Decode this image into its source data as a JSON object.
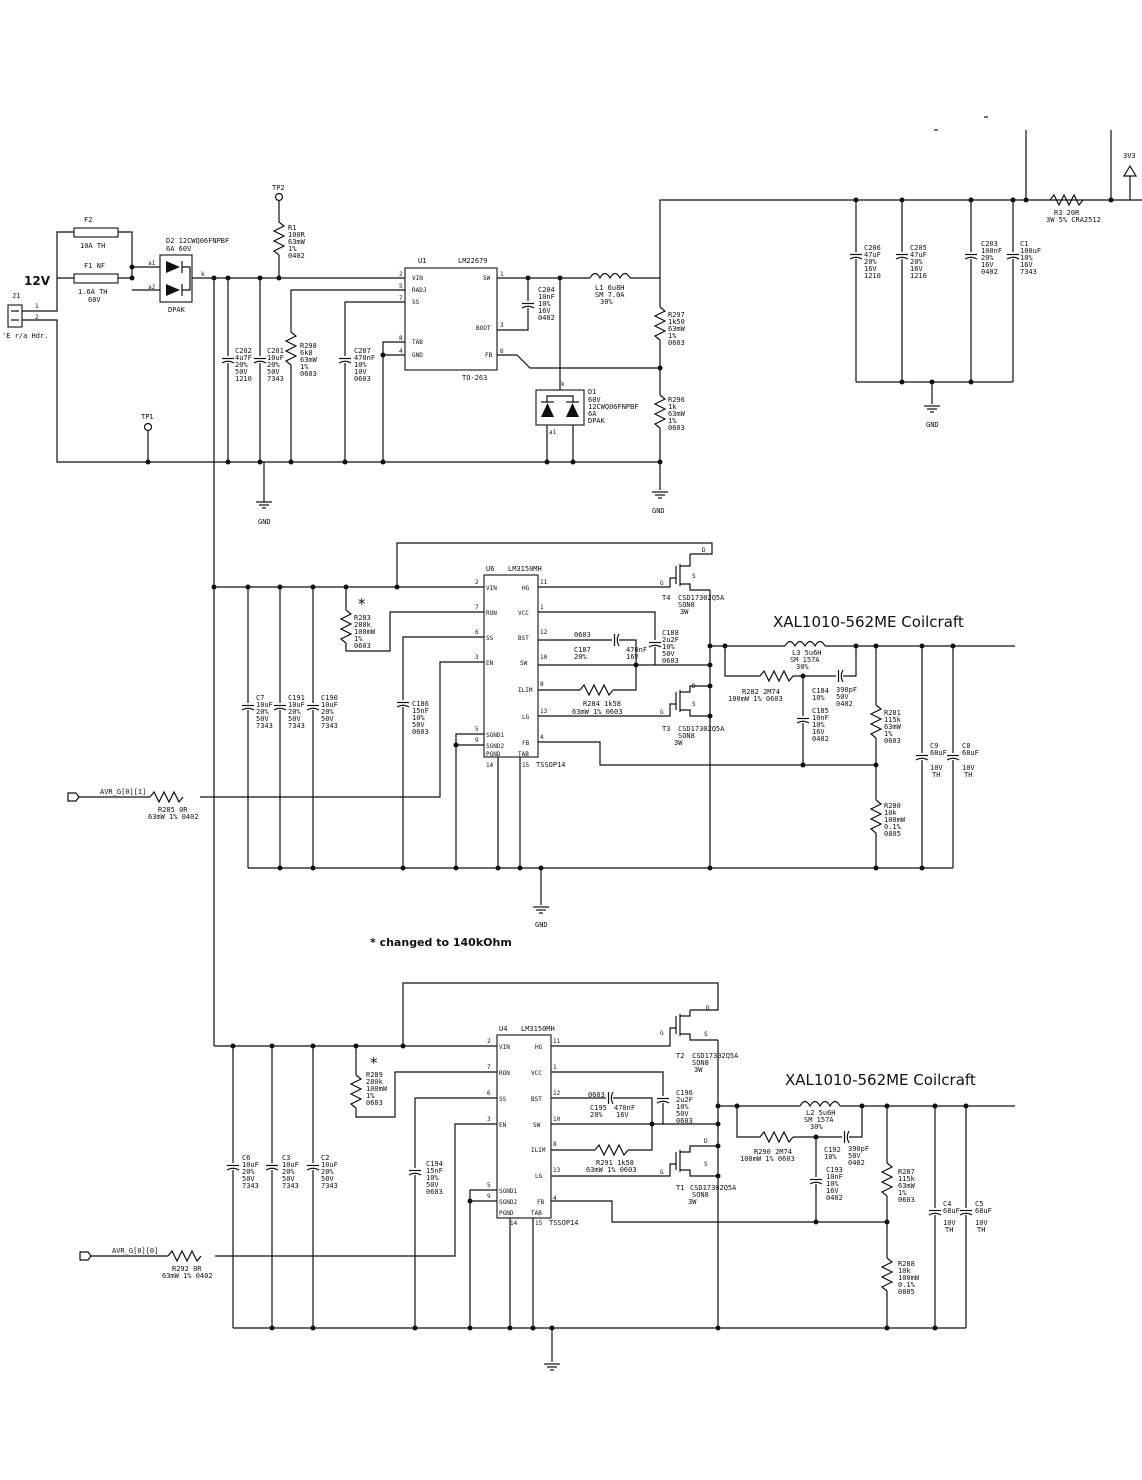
{
  "input": {
    "voltage_label": "12V",
    "connector": {
      "ref": "J1",
      "pins": [
        "1",
        "2"
      ],
      "desc": "'E r/a Hdr."
    },
    "fuse_f2": {
      "ref": "F2",
      "value": "10A   TH"
    },
    "fuse_f1": {
      "ref": "F1   NF",
      "value": "1.6A   TH",
      "rating": "60V"
    },
    "diode_d2": {
      "ref": "D2  12CWQ06FNPBF",
      "rating": "6A   60V",
      "a1": "a1",
      "a2": "a2",
      "k": "k",
      "pkg": "DPAK"
    },
    "tp1": "TP1",
    "tp2": "TP2"
  },
  "regulator_3v3": {
    "u1": {
      "ref": "U1",
      "part": "LM22679",
      "pkg": "TO-263",
      "pins": {
        "vin": "VIN",
        "vin_n": "2",
        "radj": "RADJ",
        "radj_n": "5",
        "ss": "SS",
        "ss_n": "7",
        "tab": "TAB",
        "tab_n": "8",
        "gnd": "GND",
        "gnd_n": "4",
        "sw": "SW",
        "sw_n": "1",
        "boot": "BOOT",
        "boot_n": "3",
        "fb": "FB",
        "fb_n": "6"
      }
    },
    "r1": [
      "R1",
      "100R",
      "63mW",
      "1%",
      "0402"
    ],
    "r298": [
      "R298",
      "6k8",
      "63mW",
      "1%",
      "0603"
    ],
    "c202": [
      "C202",
      "4u7F",
      "20%",
      "50V",
      "1210"
    ],
    "c201": [
      "C201",
      "10uF",
      "20%",
      "50V",
      "7343"
    ],
    "c207": [
      "C207",
      "470nF",
      "10%",
      "10V",
      "0603"
    ],
    "c204": [
      "C204",
      "10nF",
      "10%",
      "16V",
      "0402"
    ],
    "l1": [
      "L1  6u8H",
      "SM  7.0A",
      "30%"
    ],
    "d1": {
      "ref": "D1",
      "lines": [
        "60V",
        "12CWQ06FNPBF",
        "6A",
        "DPAK"
      ],
      "k": "k",
      "a1": "a1"
    },
    "r297": [
      "R297",
      "1k50",
      "63mW",
      "1%",
      "0603"
    ],
    "r296": [
      "R296",
      "1k",
      "63mW",
      "1%",
      "0603"
    ],
    "c206": [
      "C206",
      "47uF",
      "20%",
      "16V",
      "1210"
    ],
    "c205": [
      "C205",
      "47uF",
      "20%",
      "16V",
      "1210"
    ],
    "c203": [
      "C203",
      "100nF",
      "20%",
      "16V",
      "0402"
    ],
    "c1": [
      "C1",
      "100uF",
      "10%",
      "16V",
      "7343"
    ],
    "r3": [
      "R3   20R",
      "3W  5%  CRA2512"
    ],
    "rail": "3V3",
    "gnd": "GND"
  },
  "buck_a": {
    "u6": {
      "ref": "U6",
      "part": "LM3150MH",
      "pins": [
        "VIN",
        "RON",
        "SS",
        "EN",
        "SGND1",
        "SGND2",
        "PGND",
        "HG",
        "VCC",
        "BST",
        "SW",
        "ILIM",
        "LG",
        "FB",
        "TAB"
      ],
      "nums": [
        "2",
        "7",
        "6",
        "3",
        "5",
        "9",
        "14",
        "11",
        "1",
        "12",
        "10",
        "8",
        "13",
        "4",
        "15"
      ],
      "pkg": "TSSOP14"
    },
    "t4": [
      "T4",
      "CSD17302Q5A",
      "SON8",
      "3W"
    ],
    "t3": [
      "T3",
      "CSD17302Q5A",
      "SON8",
      "3W"
    ],
    "mos": {
      "d": "D",
      "g": "G",
      "s": "S"
    },
    "coil_note": "XAL1010-562ME Coilcraft",
    "r283": [
      "R283",
      "280k",
      "100mW",
      "1%",
      "0603"
    ],
    "star": "*",
    "c7": [
      "C7",
      "10uF",
      "20%",
      "50V",
      "7343"
    ],
    "c191": [
      "C191",
      "10uF",
      "20%",
      "50V",
      "7343"
    ],
    "c190": [
      "C190",
      "10uF",
      "20%",
      "50V",
      "7343"
    ],
    "c186": [
      "C186",
      "15nF",
      "10%",
      "50V",
      "0603"
    ],
    "c187": [
      "0603",
      "C187",
      "470nF",
      "20%",
      "16V"
    ],
    "c188": [
      "C188",
      "2u2F",
      "10%",
      "50V",
      "0603"
    ],
    "r284": [
      "R284  1k58",
      "63mW  1%  0603"
    ],
    "l3": [
      "L3  5u6H",
      "SM  157A",
      "30%"
    ],
    "r282": [
      "R282   2M74",
      "100mW  1%  0603"
    ],
    "c184": [
      "C184",
      "10%"
    ],
    "c183": [
      "390pF",
      "50V",
      "0402"
    ],
    "c185": [
      "C185",
      "10nF",
      "10%",
      "16V",
      "0402"
    ],
    "r281": [
      "R281",
      "115k",
      "63mW",
      "1%",
      "0603"
    ],
    "r280": [
      "R280",
      "10k",
      "100mW",
      "0.1%",
      "0805"
    ],
    "c9": [
      "C9",
      "68uF",
      "10V",
      "TH"
    ],
    "c8": [
      "C8",
      "68uF",
      "10V",
      "TH"
    ],
    "r285": [
      "R285   0R",
      "63mW  1%  0402"
    ],
    "net": "AVR_G[0][1]",
    "gnd": "GND",
    "change_note": "* changed to 140kOhm"
  },
  "buck_b": {
    "u4": {
      "ref": "U4",
      "part": "LM3150MH",
      "pkg": "TSSOP14"
    },
    "t2": [
      "T2",
      "CSD17302Q5A",
      "SON8",
      "3W"
    ],
    "t1": [
      "T1",
      "CSD17302Q5A",
      "SON8",
      "3W"
    ],
    "coil_note": "XAL1010-562ME Coilcraft",
    "r289": [
      "R289",
      "280k",
      "100mW",
      "1%",
      "0603"
    ],
    "star": "*",
    "c6": [
      "C6",
      "10uF",
      "20%",
      "50V",
      "7343"
    ],
    "c3": [
      "C3",
      "10uF",
      "20%",
      "50V",
      "7343"
    ],
    "c2": [
      "C2",
      "10uF",
      "20%",
      "50V",
      "7343"
    ],
    "c194": [
      "C194",
      "15nF",
      "10%",
      "50V",
      "0603"
    ],
    "c195": [
      "0603",
      "C195",
      "470nF",
      "20%",
      "16V"
    ],
    "c196": [
      "C196",
      "2u2F",
      "10%",
      "50V",
      "0603"
    ],
    "r291": [
      "R291   1k58",
      "63mW  1%  0603"
    ],
    "l2": [
      "L2  5u6H",
      "SM  157A",
      "30%"
    ],
    "r290": [
      "R290   2M74",
      "100mW  1%  0603"
    ],
    "c192": [
      "C192",
      "10%"
    ],
    "c197": [
      "390pF",
      "50V",
      "0402"
    ],
    "c193": [
      "C193",
      "10nF",
      "10%",
      "16V",
      "0402"
    ],
    "r287": [
      "R287",
      "115k",
      "63mW",
      "1%",
      "0603"
    ],
    "r288": [
      "R288",
      "10k",
      "100mW",
      "0.1%",
      "0805"
    ],
    "c4": [
      "C4",
      "68uF",
      "10V",
      "TH"
    ],
    "c5": [
      "C5",
      "68uF",
      "10V",
      "TH"
    ],
    "r292": [
      "R292   0R",
      "63mW  1%  0402"
    ],
    "net": "AVR_G[0][0]"
  }
}
